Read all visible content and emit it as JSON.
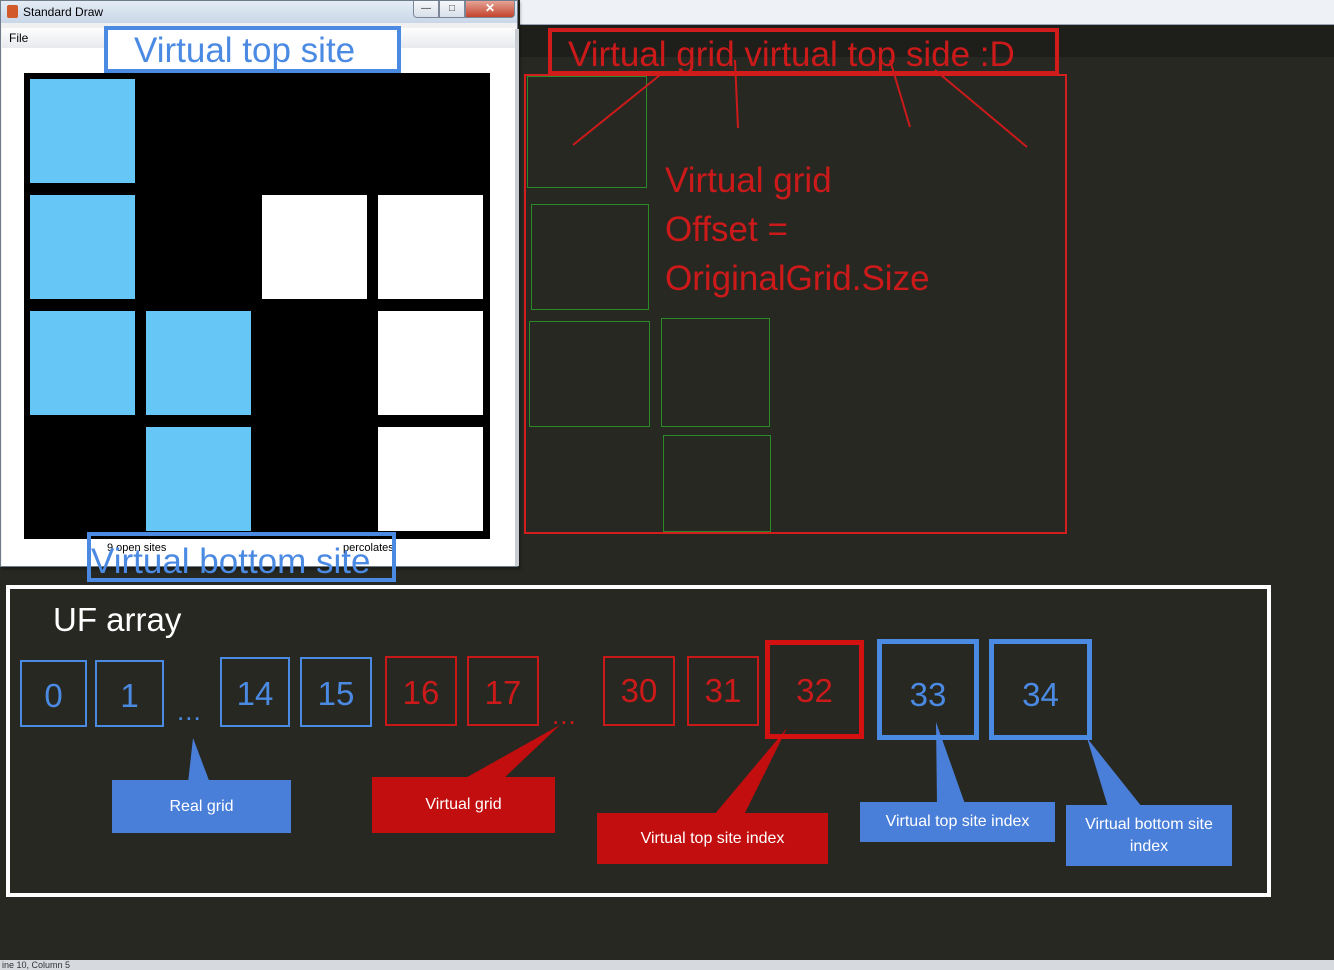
{
  "window": {
    "title": "Standard Draw",
    "menu_file": "File",
    "min_glyph": "—",
    "max_glyph": "□",
    "close_glyph": "✕",
    "open_sites_label": "9 open sites",
    "percolates_label": "percolates"
  },
  "grid": {
    "size": 4,
    "rows": [
      [
        "full",
        "blocked",
        "blocked",
        "blocked"
      ],
      [
        "full",
        "blocked",
        "open",
        "open"
      ],
      [
        "full",
        "full",
        "blocked",
        "open"
      ],
      [
        "blocked",
        "full",
        "blocked",
        "open"
      ]
    ],
    "colors": {
      "full": "#66c6f5",
      "open": "#ffffff",
      "blocked": "#000000"
    }
  },
  "callouts": {
    "virtual_top_site": "Virtual top site",
    "virtual_bottom_site": "Virtual bottom site",
    "virtual_grid_heading": "Virtual grid virtual top side :D",
    "offset_line1": "Virtual grid",
    "offset_line2": "Offset =",
    "offset_line3": "OriginalGrid.Size"
  },
  "uf": {
    "title": "UF array",
    "ellipsis": "...",
    "cells": {
      "c0": "0",
      "c1": "1",
      "c14": "14",
      "c15": "15",
      "c16": "16",
      "c17": "17",
      "c30": "30",
      "c31": "31",
      "c32": "32",
      "c33": "33",
      "c34": "34"
    },
    "labels": {
      "real_grid": "Real grid",
      "virtual_grid": "Virtual grid",
      "virtual_top_site_index": "Virtual top site index",
      "virtual_top_site_index_blue": "Virtual top site index",
      "virtual_bottom_site_index": "Virtual bottom site index"
    }
  },
  "status_bar": "ine 10, Column 5",
  "colors": {
    "red": "#cc1a1a",
    "blue": "#4b8ae3",
    "green": "#2a8a2a",
    "background": "#272822"
  }
}
